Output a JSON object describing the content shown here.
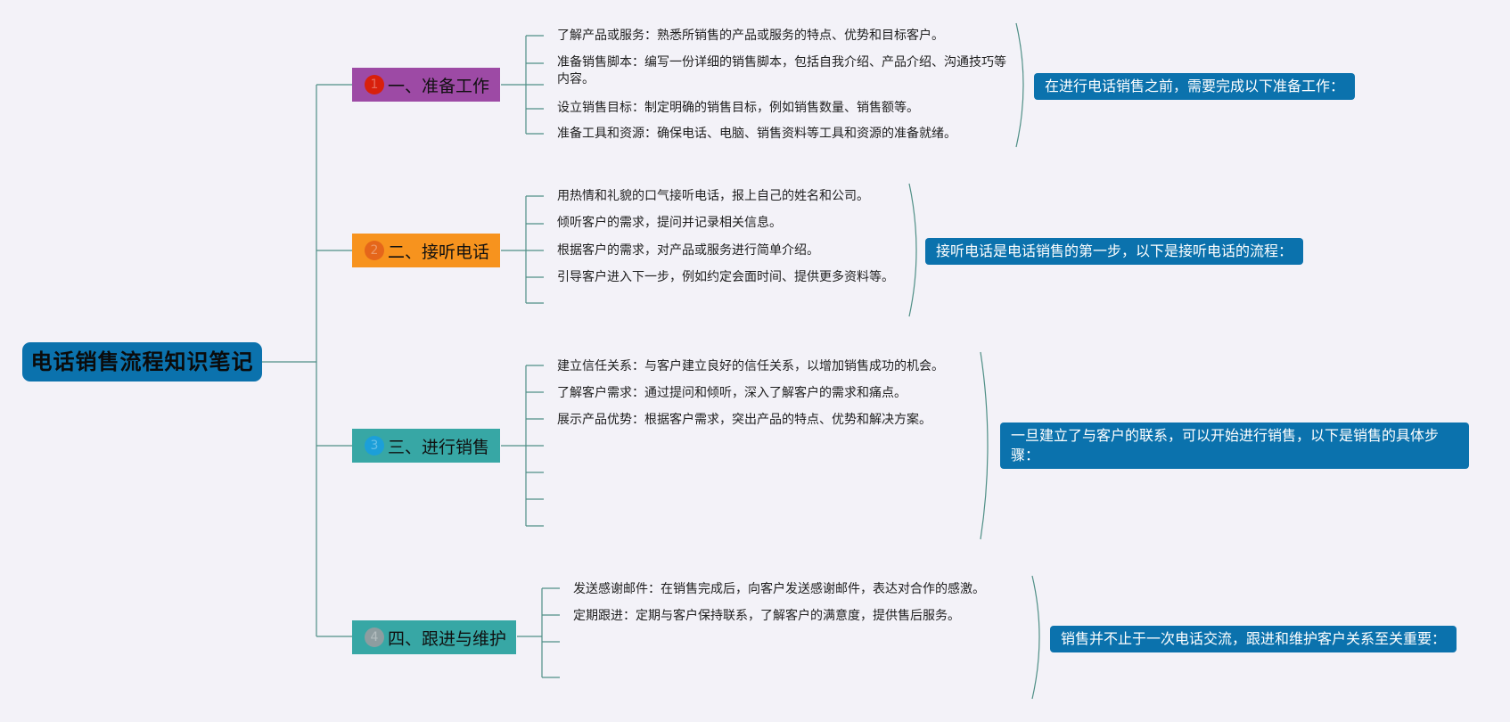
{
  "root": "电话销售流程知识笔记",
  "branches": [
    {
      "num": "1",
      "label": "一、准备工作",
      "color": "#9d4aa5",
      "num_color": "#d8200c",
      "items": [
        "了解产品或服务：熟悉所销售的产品或服务的特点、优势和目标客户。",
        "准备销售脚本：编写一份详细的销售脚本，包括自我介绍、产品介绍、沟通技巧等内容。",
        "设立销售目标：制定明确的销售目标，例如销售数量、销售额等。",
        "准备工具和资源：确保电话、电脑、销售资料等工具和资源的准备就绪。"
      ],
      "summary": "在进行电话销售之前，需要完成以下准备工作："
    },
    {
      "num": "2",
      "label": "二、接听电话",
      "color": "#f7931e",
      "num_color": "#e5661a",
      "items": [
        "用热情和礼貌的口气接听电话，报上自己的姓名和公司。",
        "倾听客户的需求，提问并记录相关信息。",
        "根据客户的需求，对产品或服务进行简单介绍。",
        "引导客户进入下一步，例如约定会面时间、提供更多资料等。"
      ],
      "summary": "接听电话是电话销售的第一步，以下是接听电话的流程："
    },
    {
      "num": "3",
      "label": "三、进行销售",
      "color": "#37a7a5",
      "num_color": "#1c9fd9",
      "items": [
        "建立信任关系：与客户建立良好的信任关系，以增加销售成功的机会。",
        "了解客户需求：通过提问和倾听，深入了解客户的需求和痛点。",
        "展示产品优势：根据客户需求，突出产品的特点、优势和解决方案。"
      ],
      "summary": "一旦建立了与客户的联系，可以开始进行销售，以下是销售的具体步骤："
    },
    {
      "num": "4",
      "label": "四、跟进与维护",
      "color": "#37a7a5",
      "num_color": "#8e9da0",
      "items": [
        "发送感谢邮件：在销售完成后，向客户发送感谢邮件，表达对合作的感激。",
        "定期跟进：定期与客户保持联系，了解客户的满意度，提供售后服务。"
      ],
      "summary": "销售并不止于一次电话交流，跟进和维护客户关系至关重要："
    }
  ]
}
